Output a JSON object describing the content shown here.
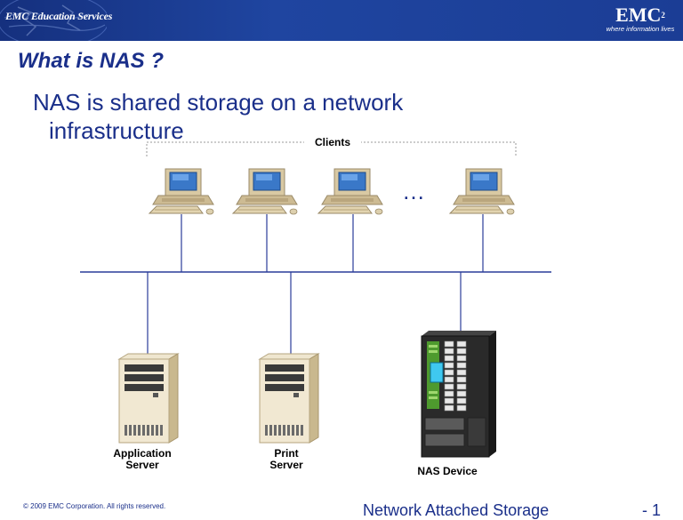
{
  "header": {
    "left_logo_text": "EMC Education Services",
    "brand": "EMC",
    "brand_sup": "2",
    "tagline": "where information lives"
  },
  "slide": {
    "title": "What is NAS ?",
    "bullet_line1": "NAS is shared storage on a network",
    "bullet_line2": "infrastructure"
  },
  "diagram": {
    "clients_label": "Clients",
    "ellipsis": "…",
    "app_server_line1": "Application",
    "app_server_line2": "Server",
    "print_server_line1": "Print",
    "print_server_line2": "Server",
    "nas_label": "NAS Device"
  },
  "footer": {
    "copyright": "© 2009 EMC Corporation. All rights reserved.",
    "course": "Network Attached Storage",
    "page": "- 1"
  },
  "colors": {
    "banner": "#1b3a8c",
    "title_text": "#1a2f8a",
    "network_line": "#2a3d9a"
  }
}
